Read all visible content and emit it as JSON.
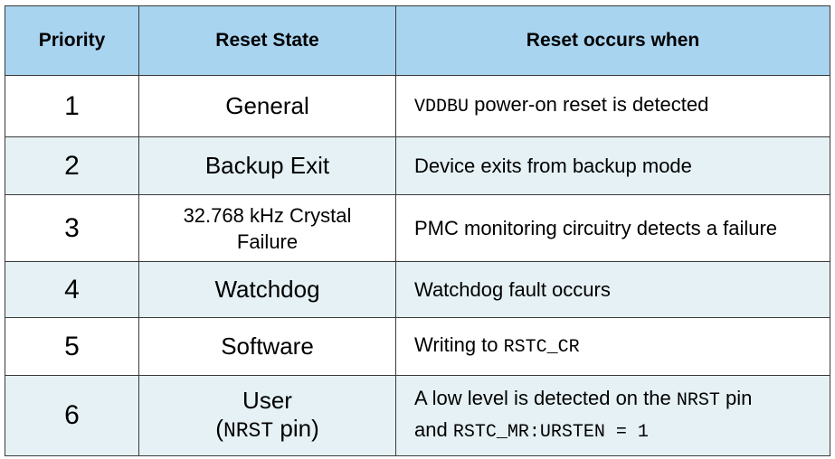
{
  "table": {
    "headers": {
      "priority": "Priority",
      "state": "Reset State",
      "when": "Reset occurs when"
    },
    "rows": [
      {
        "priority": "1",
        "state": "General",
        "when_parts": [
          "VDDBU",
          " power-on reset is detected"
        ]
      },
      {
        "priority": "2",
        "state": "Backup Exit",
        "when": "Device exits from backup mode"
      },
      {
        "priority": "3",
        "state_line1": "32.768 kHz Crystal",
        "state_line2": "Failure",
        "when": "PMC monitoring circuitry detects a failure"
      },
      {
        "priority": "4",
        "state": "Watchdog",
        "when": "Watchdog fault occurs"
      },
      {
        "priority": "5",
        "state": "Software",
        "when_prefix": "Writing to ",
        "when_code": "RSTC_CR"
      },
      {
        "priority": "6",
        "state_line1": "User",
        "state_line2_open": "(",
        "state_line2_code": "NRST",
        "state_line2_close": " pin)",
        "when_line1_text": "A low level is detected on the ",
        "when_line1_code": "NRST",
        "when_line1_end": " pin",
        "when_line2_text": "and ",
        "when_line2_code": "RSTC_MR:URSTEN = 1"
      }
    ]
  }
}
